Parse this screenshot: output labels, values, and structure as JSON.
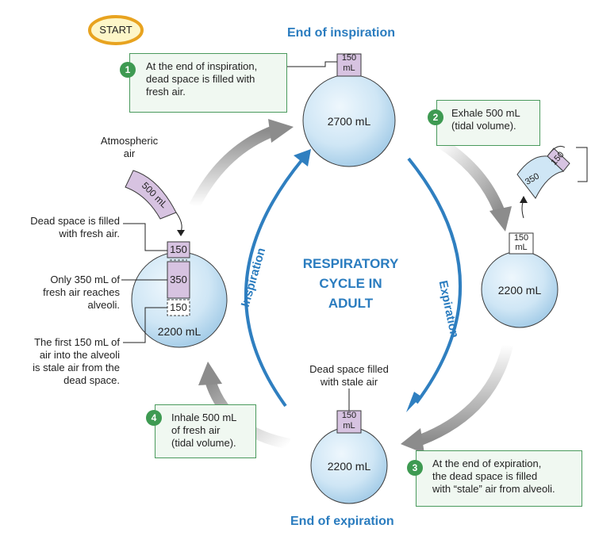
{
  "start_label": "START",
  "titles": {
    "top": "End of inspiration",
    "bottom": "End of expiration"
  },
  "center": {
    "line1": "RESPIRATORY",
    "line2": "CYCLE IN",
    "line3": "ADULT"
  },
  "arc_labels": {
    "inspiration": "Inspiration",
    "expiration": "Expiration"
  },
  "steps": [
    {
      "num": "1",
      "lines": [
        "At the end of inspiration,",
        "dead space is filled with",
        "fresh air."
      ]
    },
    {
      "num": "2",
      "lines": [
        "Exhale 500 mL",
        "(tidal volume)."
      ]
    },
    {
      "num": "3",
      "lines": [
        "At the end of expiration,",
        "the dead space is filled",
        "with “stale” air from alveoli."
      ]
    },
    {
      "num": "4",
      "lines": [
        "Inhale 500 mL",
        "of fresh air",
        "(tidal volume)."
      ]
    }
  ],
  "lungs": {
    "top": "2700 mL",
    "right": "2200 mL",
    "bottom": "2200 mL",
    "left": "2200 mL"
  },
  "dead_space": {
    "value": "150",
    "unit": "mL"
  },
  "left_column": {
    "top": "150",
    "middle": "350",
    "bottom": "150"
  },
  "curved_segments": {
    "fresh": "500 mL",
    "a": "150",
    "b": "350"
  },
  "atmospheric": [
    "Atmospheric",
    "air"
  ],
  "annotations": {
    "dead_fresh": [
      "Dead space is filled",
      "with fresh air."
    ],
    "only_350": [
      "Only 350 mL of",
      "fresh air reaches",
      "alveoli."
    ],
    "first_150": [
      "The first 150 mL of",
      "air into the alveoli",
      "is stale air from the",
      "dead space."
    ],
    "dead_stale": [
      "Dead space filled",
      "with stale air"
    ]
  },
  "colors": {
    "blue_arrow": "#2f7fc0",
    "gray_arrow": "#8c8c8c",
    "lung_fill": "#cfe6f5",
    "dead_space_fill": "#d7c3e1",
    "box_border": "#4a9a5d",
    "box_fill": "#f0f8f1",
    "number_badge": "#3e9a52",
    "start_fill": "#fdf6c8",
    "start_border": "#e8a31f"
  }
}
